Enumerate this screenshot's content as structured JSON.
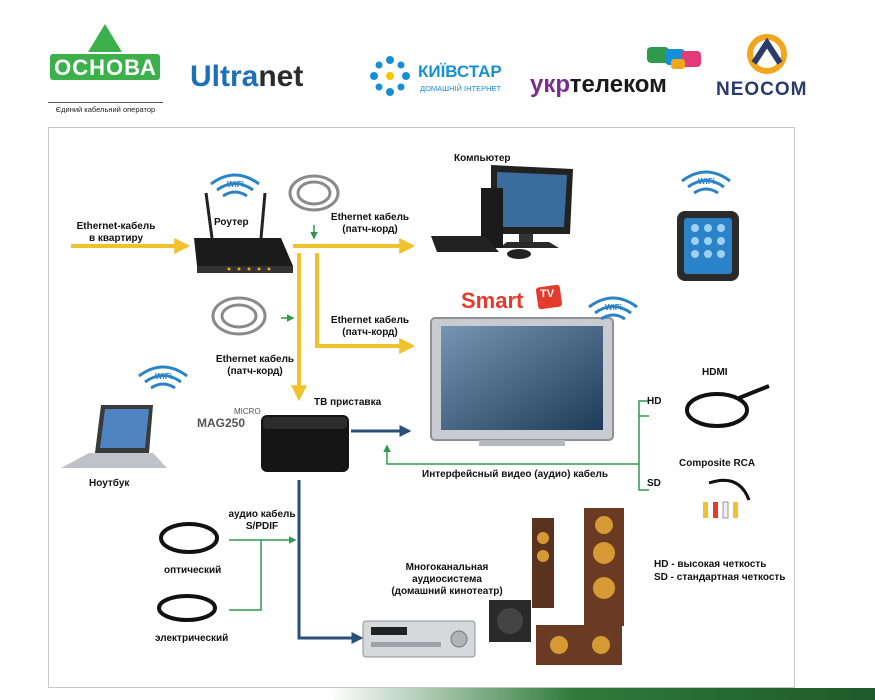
{
  "logos": {
    "osnova": {
      "name": "ОСНОВА",
      "tagline": "Єдиний кабельний оператор",
      "color": "#3cb04a"
    },
    "ultranet": {
      "part1": "Ultra",
      "part2": "net",
      "color1": "#1e6fb8",
      "color2": "#2b2b2b"
    },
    "kyivstar": {
      "name": "КИЇВСТАР",
      "tagline": "ДОМАШНІЙ ІНТЕРНЕТ",
      "color": "#1590d6",
      "star": "#f7c400"
    },
    "ukrtelecom": {
      "part1": "укр",
      "part2": "телеком",
      "color1": "#7a2c8c",
      "color2": "#1a1a1a"
    },
    "neocom": {
      "name": "NEOCOM",
      "color": "#2b3b6b"
    }
  },
  "labels": {
    "ethernet_in": "Ethernet-кабель\nв квартиру",
    "router": "Роутер",
    "wifi": "WiFi",
    "ethernet_patch": "Ethernet кабель\n(патч-корд)",
    "computer": "Компьютер",
    "smart": "Smart",
    "tv": "TV",
    "tv_box": "ТВ приставка",
    "mag": "MAG250",
    "micro": "MICRO",
    "laptop": "Ноутбук",
    "hdmi": "HDMI",
    "hd": "HD",
    "sd": "SD",
    "composite": "Composite RCA",
    "interface_cable": "Интерфейсный видео (аудио) кабель",
    "audio_cable": "аудио кабель\nS/PDIF",
    "optical": "оптический",
    "electric": "электрический",
    "multichannel": "Многоканальная\nаудиосистема\n(домашний кинотеатр)",
    "hd_desc": "HD - высокая четкость",
    "sd_desc": "SD - стандартная четкость"
  },
  "colors": {
    "arrow_yellow": "#f2c12e",
    "arrow_blue": "#2a4f7a",
    "line_green": "#2e9a4a",
    "wifi_blue": "#2a83c8"
  }
}
